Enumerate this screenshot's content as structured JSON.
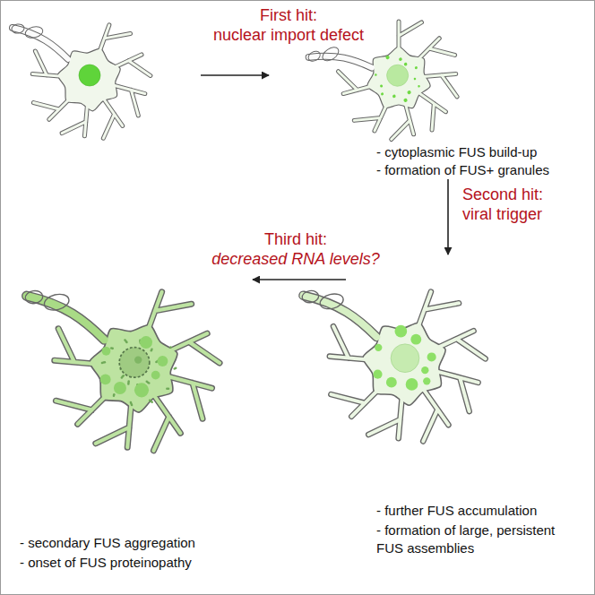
{
  "diagram": {
    "labels": [
      "First hit:",
      "nuclear import defect",
      "- cytoplasmic FUS build-up",
      "- formation of FUS+ granules",
      "Second hit:",
      "viral trigger",
      "Third hit:",
      "decreased RNA levels?",
      "- secondary FUS aggregation",
      "- onset of FUS proteinopathy",
      "- further FUS accumulation",
      "- formation of large, persistent FUS assemblies"
    ]
  }
}
